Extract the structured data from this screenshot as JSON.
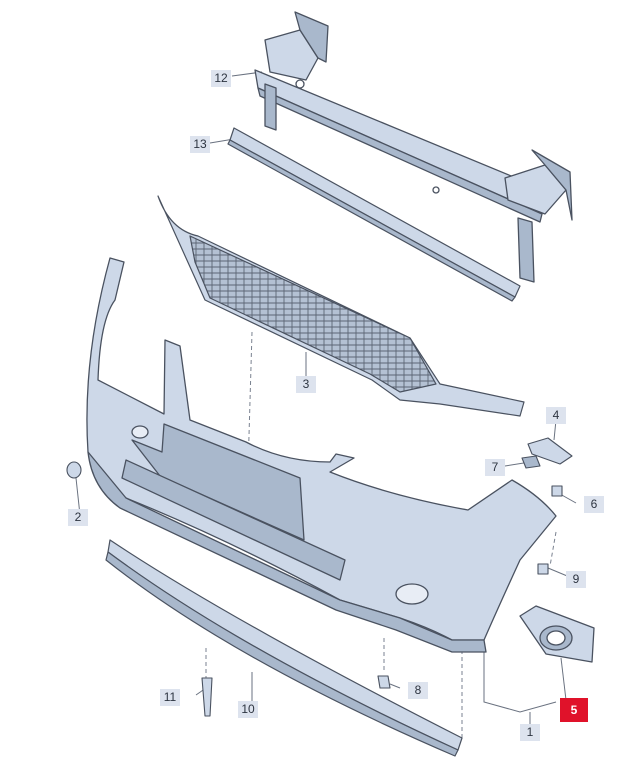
{
  "callouts": [
    {
      "id": "12",
      "label": "12",
      "highlight": false
    },
    {
      "id": "13",
      "label": "13",
      "highlight": false
    },
    {
      "id": "3",
      "label": "3",
      "highlight": false
    },
    {
      "id": "4",
      "label": "4",
      "highlight": false
    },
    {
      "id": "7",
      "label": "7",
      "highlight": false
    },
    {
      "id": "6",
      "label": "6",
      "highlight": false
    },
    {
      "id": "2",
      "label": "2",
      "highlight": false
    },
    {
      "id": "9",
      "label": "9",
      "highlight": false
    },
    {
      "id": "5",
      "label": "5",
      "highlight": true
    },
    {
      "id": "8",
      "label": "8",
      "highlight": false
    },
    {
      "id": "11",
      "label": "11",
      "highlight": false
    },
    {
      "id": "10",
      "label": "10",
      "highlight": false
    },
    {
      "id": "1",
      "label": "1",
      "highlight": false
    }
  ],
  "colors": {
    "part_fill": "#cdd8e8",
    "part_fill_dark": "#a9b8cc",
    "outline": "#4a5260",
    "leader": "#6a7280",
    "callout_bg": "#dde3ee",
    "callout_highlight": "#e0122a"
  }
}
